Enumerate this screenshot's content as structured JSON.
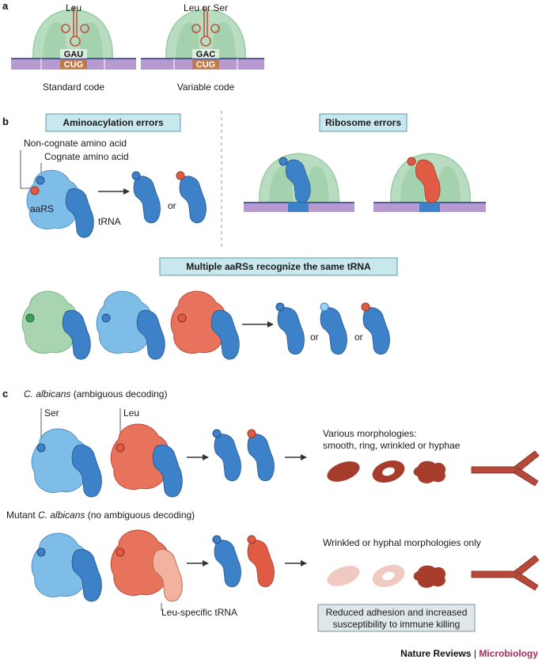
{
  "panels": {
    "a": "a",
    "b": "b",
    "c": "c"
  },
  "panel_a": {
    "standard": {
      "amino_acid": "Leu",
      "anticodon": "GAU",
      "codon": "CUG",
      "caption": "Standard code"
    },
    "variable": {
      "amino_acid": "Leu or Ser",
      "anticodon": "GAC",
      "codon": "CUG",
      "caption": "Variable code"
    }
  },
  "panel_b": {
    "aminoacylation_title": "Aminoacylation errors",
    "ribosome_title": "Ribosome errors",
    "non_cognate": "Non-cognate amino acid",
    "cognate": "Cognate amino acid",
    "aars": "aaRS",
    "trna": "tRNA",
    "or": "or",
    "multiple_title": "Multiple aaRSs recognize the same tRNA"
  },
  "panel_c": {
    "row1_title_species": "C. albicans",
    "row1_title_rest": " (ambiguous decoding)",
    "ser": "Ser",
    "leu": "Leu",
    "row1_morph_line1": "Various morphologies:",
    "row1_morph_line2": "smooth, ring, wrinkled or hyphae",
    "row2_title_prefix": "Mutant ",
    "row2_title_species": "C. albicans",
    "row2_title_rest": " (no ambiguous decoding)",
    "leu_specific_trna": "Leu-specific tRNA",
    "row2_morph": "Wrinkled or hyphal morphologies only",
    "result_line1": "Reduced adhesion and increased",
    "result_line2": "susceptibility to immune killing"
  },
  "footer": {
    "journal": "Nature Reviews",
    "separator": " | ",
    "section": "Microbiology"
  },
  "colors": {
    "ribosome": "#b8dcc0",
    "ribosome_dark": "#8fc79d",
    "mrna": "#b79bd0",
    "aars_blue": "#7fbde9",
    "aars_red": "#e8735c",
    "aars_green": "#a8d4b0",
    "trna_blue": "#3d82c8",
    "trna_red": "#e05a44",
    "box_fill": "#c9e8ee",
    "morph_dark": "#a63c2c",
    "morph_light": "#f0c9c0",
    "footer_accent": "#a32a5e"
  }
}
